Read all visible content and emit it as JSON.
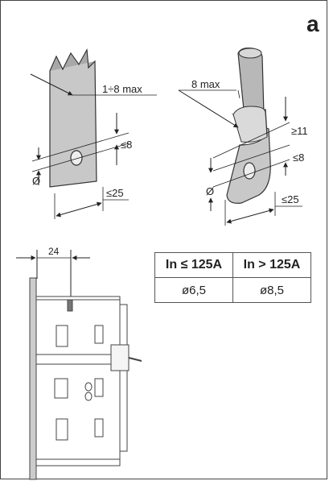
{
  "figure_letter": "a",
  "flat_bar": {
    "thickness_label": "1÷8 max",
    "hole_label": "Ø",
    "edge_label": "≤8",
    "width_label": "≤25"
  },
  "cable_lug": {
    "thickness_label": "8 max",
    "hole_label": "Ø",
    "edge_label_top": "≥11",
    "edge_label_mid": "≤8",
    "width_label": "≤25"
  },
  "breaker_view": {
    "dimension_label": "24"
  },
  "hole_table": {
    "headers": [
      "In ≤ 125A",
      "In > 125A"
    ],
    "values": [
      "ø6,5",
      "ø8,5"
    ]
  }
}
